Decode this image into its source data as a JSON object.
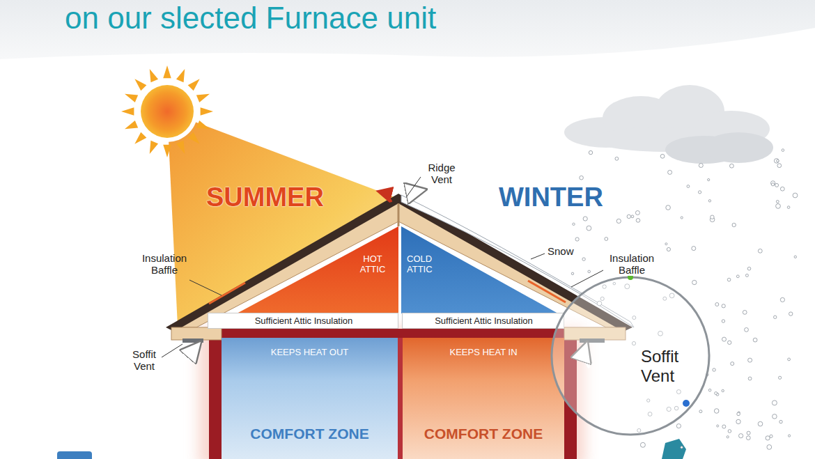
{
  "diagram": {
    "title": "on our slected Furnace unit",
    "nodes": [
      {
        "text": [
          "HOT ATTIC"
        ]
      },
      {
        "text": [
          "COLD ATTIC"
        ]
      },
      {
        "text": [
          "Sufficient Attic Insulation"
        ]
      },
      {
        "text": [
          "Sufficient Attic Insulation"
        ]
      },
      {
        "text": [
          "KEEPS HEAT OUT",
          "COMFORT ZONE"
        ]
      },
      {
        "text": [
          "KEEPS HEAT IN",
          "COMFORT ZONE"
        ]
      },
      {
        "text": [
          "Soffit Vent"
        ]
      }
    ],
    "labels": [
      "SUMMER",
      "WINTER",
      "Ridge Vent",
      "Insulation Baffle",
      "Snow",
      "Insulation Baffle",
      "Soffit Vent"
    ]
  }
}
